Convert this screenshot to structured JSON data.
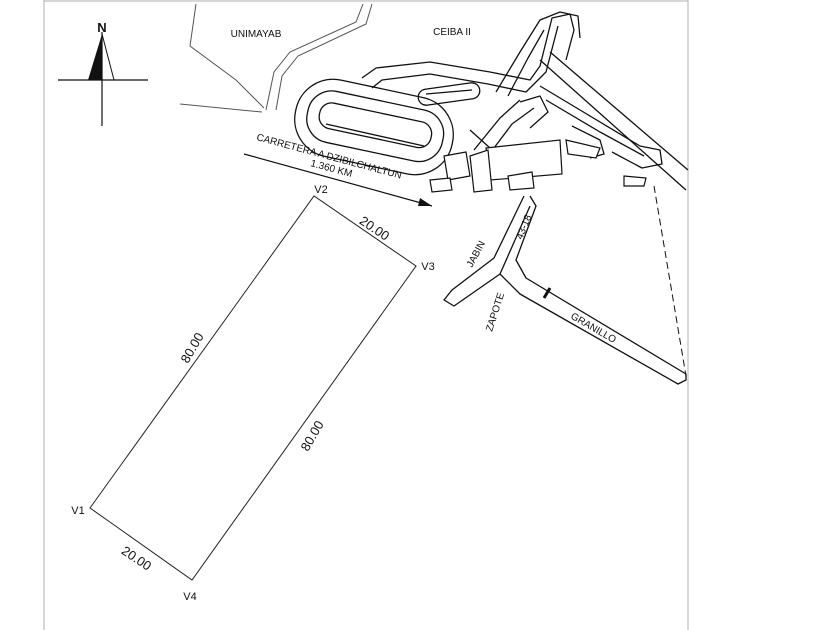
{
  "areas": {
    "unimayab": "UNIMAYAB",
    "ceiba": "CEIBA II"
  },
  "compass": {
    "north": "N"
  },
  "road": {
    "name": "CARRETERA A DZIBILCHALTUN",
    "distance": "1.360 KM"
  },
  "streets": {
    "jabin": "JABIN",
    "s43": "43-18",
    "zapote": "ZAPOTE",
    "granillo": "GRANILLO"
  },
  "lot": {
    "v1": "V1",
    "v2": "V2",
    "v3": "V3",
    "v4": "V4",
    "side_top": "20.00",
    "side_bottom": "20.00",
    "side_left": "80.00",
    "side_right": "80.00"
  },
  "colors": {
    "line": "#111111",
    "frame": "#bdbdbd"
  }
}
